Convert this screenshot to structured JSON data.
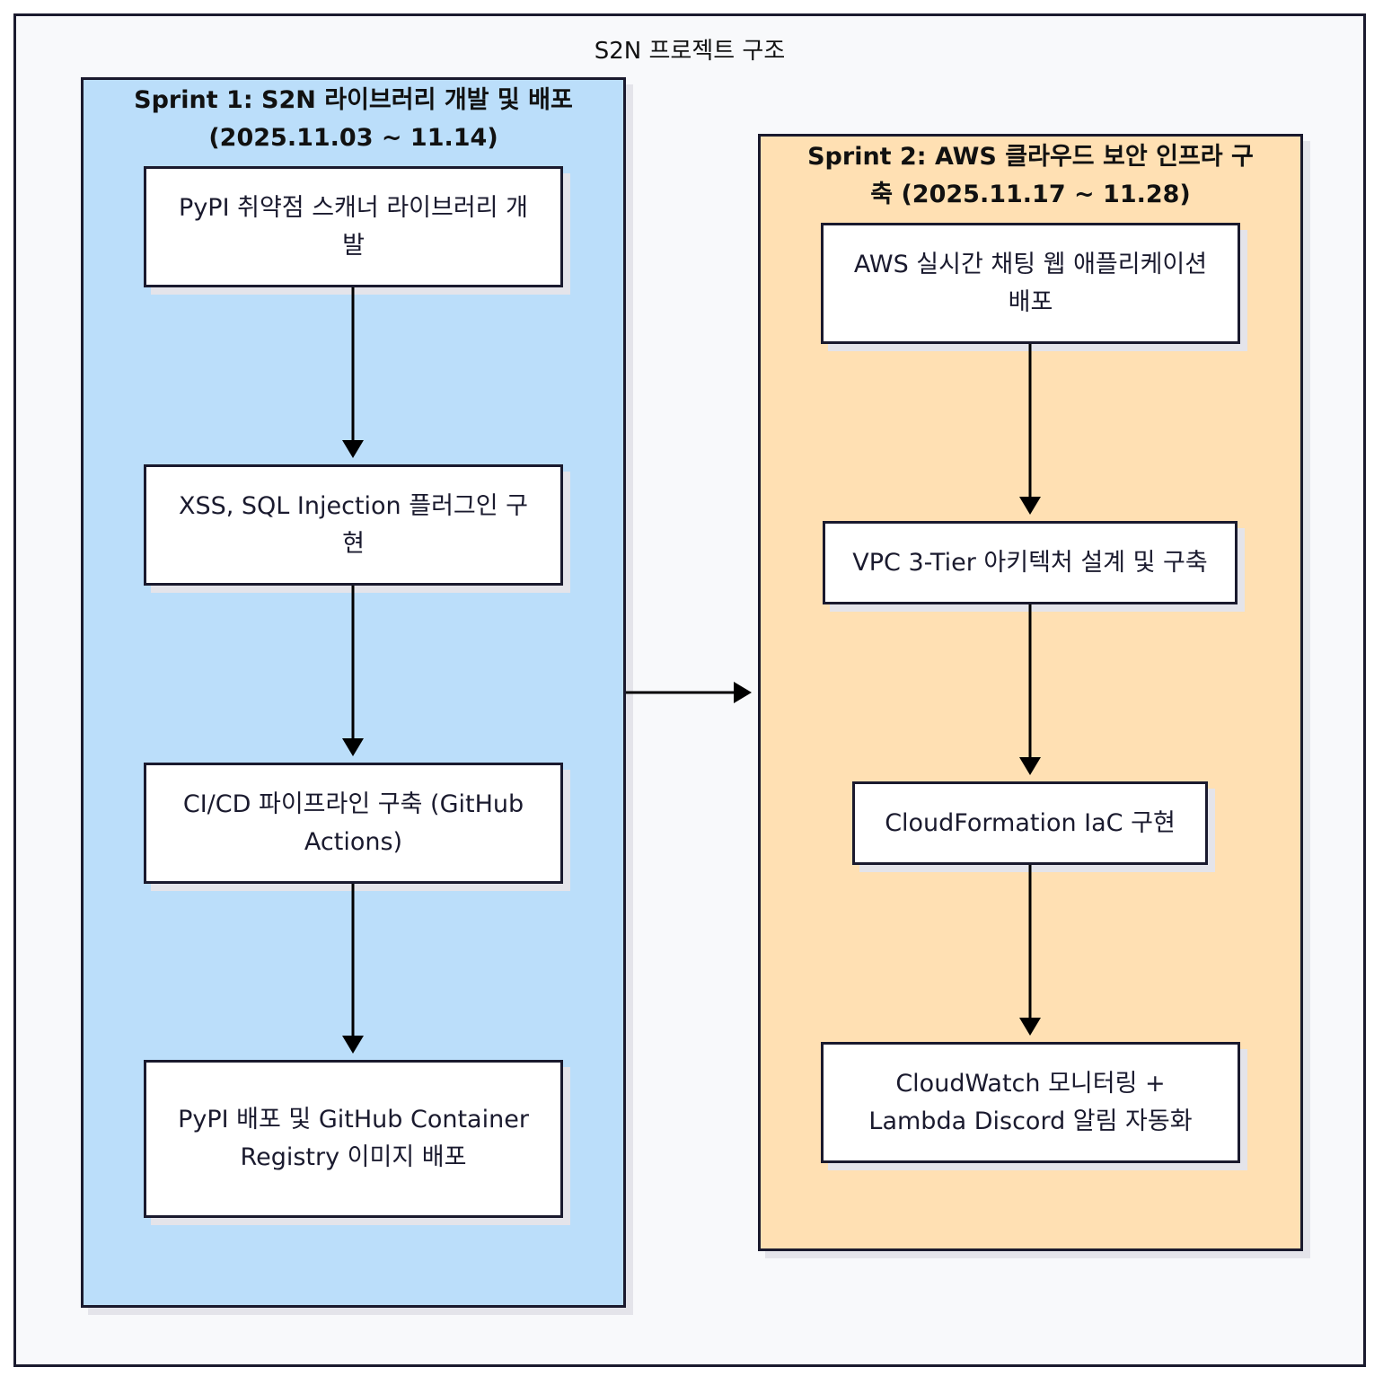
{
  "diagram": {
    "title": "S2N 프로젝트 구조",
    "sprint1": {
      "title": "Sprint 1: S2N 라이브러리 개발 및 배포 (2025.11.03 ~ 11.14)",
      "nodes": [
        "PyPI 취약점 스캐너 라이브러리 개발",
        "XSS, SQL Injection 플러그인 구현",
        "CI/CD 파이프라인 구축 (GitHub Actions)",
        "PyPI 배포 및 GitHub Container Registry 이미지 배포"
      ]
    },
    "sprint2": {
      "title": "Sprint 2: AWS 클라우드 보안 인프라 구축 (2025.11.17 ~ 11.28)",
      "nodes": [
        "AWS 실시간 채팅 웹 애플리케이션 배포",
        "VPC 3-Tier 아키텍처 설계 및 구축",
        "CloudFormation IaC 구현",
        "CloudWatch 모니터링 + Lambda Discord 알림 자동화"
      ]
    },
    "edges": [
      {
        "from": "sprint1.nodes.0",
        "to": "sprint1.nodes.1"
      },
      {
        "from": "sprint1.nodes.1",
        "to": "sprint1.nodes.2"
      },
      {
        "from": "sprint1.nodes.2",
        "to": "sprint1.nodes.3"
      },
      {
        "from": "sprint1",
        "to": "sprint2"
      },
      {
        "from": "sprint2.nodes.0",
        "to": "sprint2.nodes.1"
      },
      {
        "from": "sprint2.nodes.1",
        "to": "sprint2.nodes.2"
      },
      {
        "from": "sprint2.nodes.2",
        "to": "sprint2.nodes.3"
      }
    ],
    "colors": {
      "sprint1_fill": "#bbdefa",
      "sprint2_fill": "#ffe0b3",
      "node_fill": "#ffffff",
      "stroke": "#1a1a2e"
    }
  }
}
